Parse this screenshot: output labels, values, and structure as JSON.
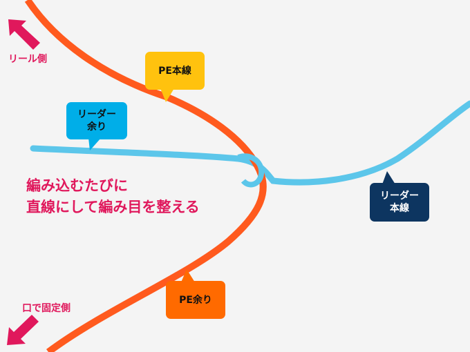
{
  "labels": {
    "reel_side": "リール側",
    "mouth_side": "口で固定側",
    "pe_main": "PE本線",
    "leader_tag_line1": "リーダー",
    "leader_tag_line2": "余り",
    "leader_main_line1": "リーダー",
    "leader_main_line2": "本線",
    "pe_tag": "PE余り",
    "instruction_line1": "編み込むたびに",
    "instruction_line2": "直線にして編み目を整える"
  },
  "colors": {
    "pe_line": "#ff5a1e",
    "leader_line": "#5cc6ea",
    "annotation_pink": "#e0185c",
    "pe_main_box": "#ffc20e",
    "leader_tag_box": "#00aee8",
    "leader_main_box": "#0d3560",
    "pe_tag_box": "#ff6a00"
  }
}
